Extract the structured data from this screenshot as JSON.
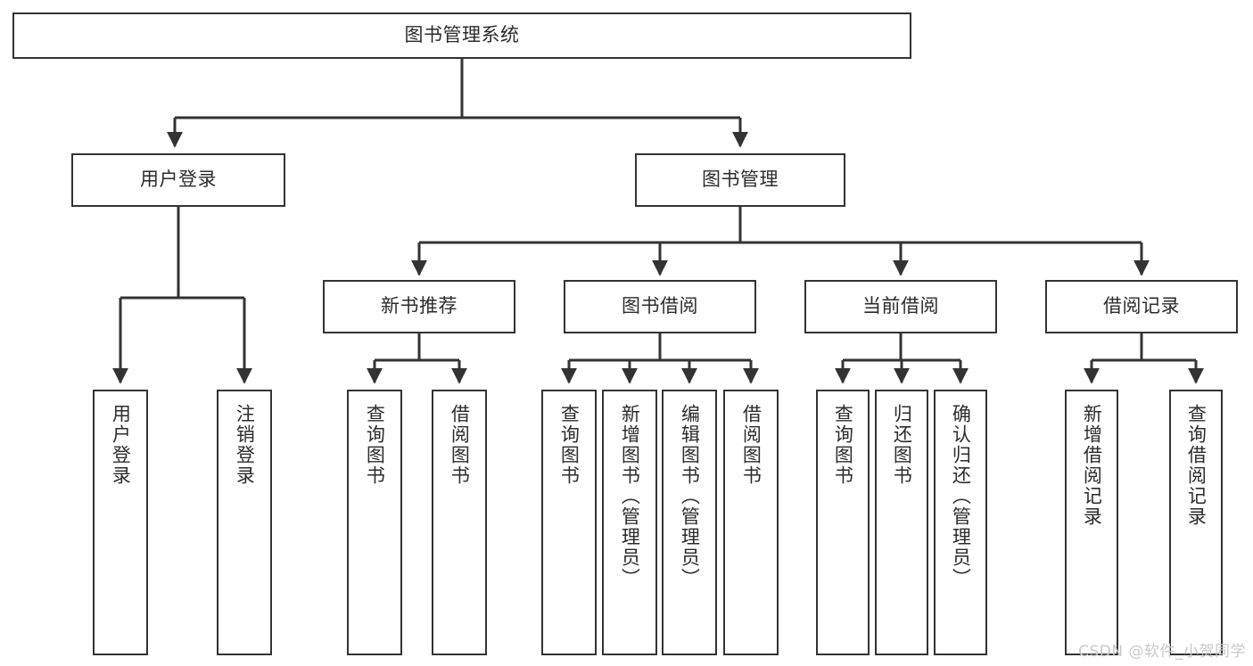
{
  "diagram": {
    "title": "图书管理系统",
    "type": "tree-hierarchy",
    "watermark": "CSDN @软件_小贺同学",
    "line_color": "#333333",
    "box_fill": "#ffffff",
    "text_color": "#2b2b2b",
    "root": {
      "label": "图书管理系统"
    },
    "level2": [
      {
        "label": "用户登录"
      },
      {
        "label": "图书管理"
      }
    ],
    "level3": [
      {
        "label": "新书推荐"
      },
      {
        "label": "图书借阅"
      },
      {
        "label": "当前借阅"
      },
      {
        "label": "借阅记录"
      }
    ],
    "leaves": {
      "user_login": [
        {
          "label": "用户登录"
        },
        {
          "label": "注销登录"
        }
      ],
      "new_book_recommend": [
        {
          "label": "查询图书"
        },
        {
          "label": "借阅图书"
        }
      ],
      "book_borrow": [
        {
          "label": "查询图书"
        },
        {
          "label": "新增图书（管理员）"
        },
        {
          "label": "编辑图书（管理员）"
        },
        {
          "label": "借阅图书"
        }
      ],
      "current_borrow": [
        {
          "label": "查询图书"
        },
        {
          "label": "归还图书"
        },
        {
          "label": "确认归还（管理员）"
        }
      ],
      "borrow_record": [
        {
          "label": "新增借阅记录"
        },
        {
          "label": "查询借阅记录"
        }
      ]
    }
  }
}
